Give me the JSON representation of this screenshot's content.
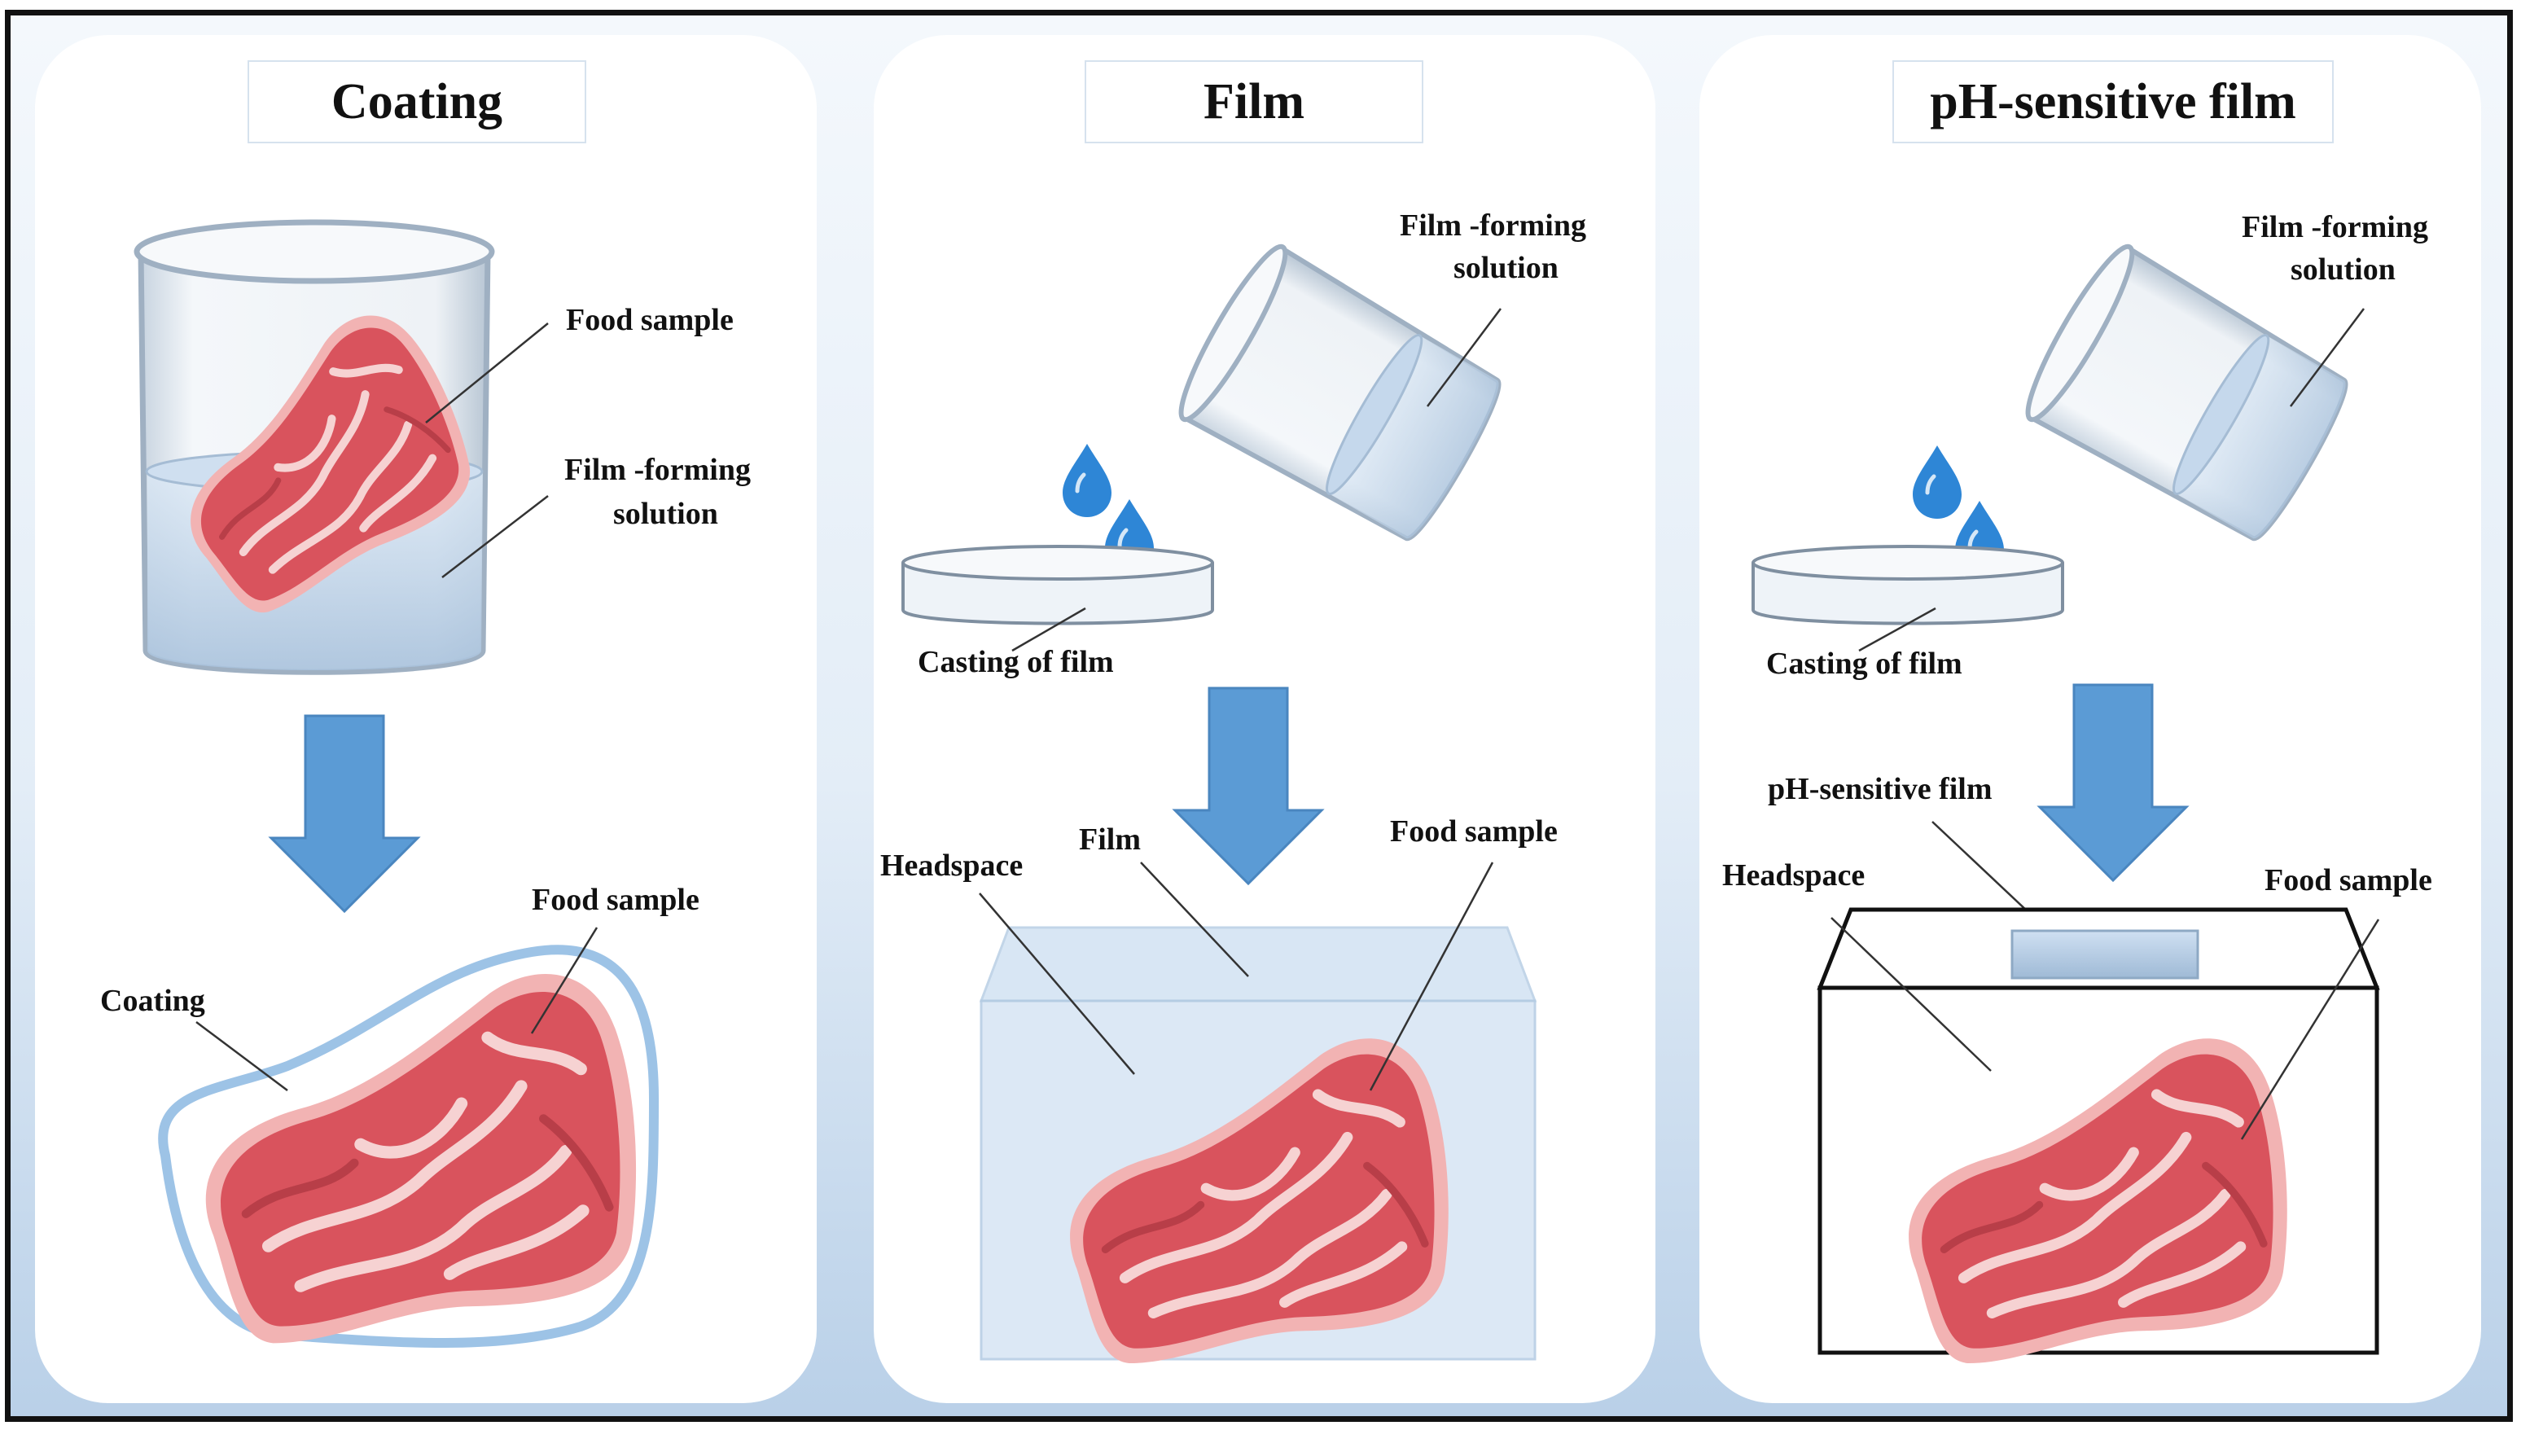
{
  "panels": [
    {
      "title": "Coating",
      "labels": {
        "food_sample_top": "Food sample",
        "solution_line1": "Film -forming",
        "solution_line2": "solution",
        "food_sample_bottom": "Food sample",
        "coating": "Coating"
      }
    },
    {
      "title": "Film",
      "labels": {
        "solution_line1": "Film -forming",
        "solution_line2": "solution",
        "casting": "Casting of film",
        "headspace": "Headspace",
        "film": "Film",
        "food_sample": "Food sample"
      }
    },
    {
      "title": "pH-sensitive film",
      "labels": {
        "solution_line1": "Film -forming",
        "solution_line2": "solution",
        "casting": "Casting of film",
        "ph_film": "pH-sensitive film",
        "headspace": "Headspace",
        "food_sample": "Food sample"
      }
    }
  ],
  "colors": {
    "arrow": "#5b9bd5",
    "meat": "#d9535d",
    "coating_outline": "#9dc3e6",
    "drop": "#2e86d6"
  }
}
